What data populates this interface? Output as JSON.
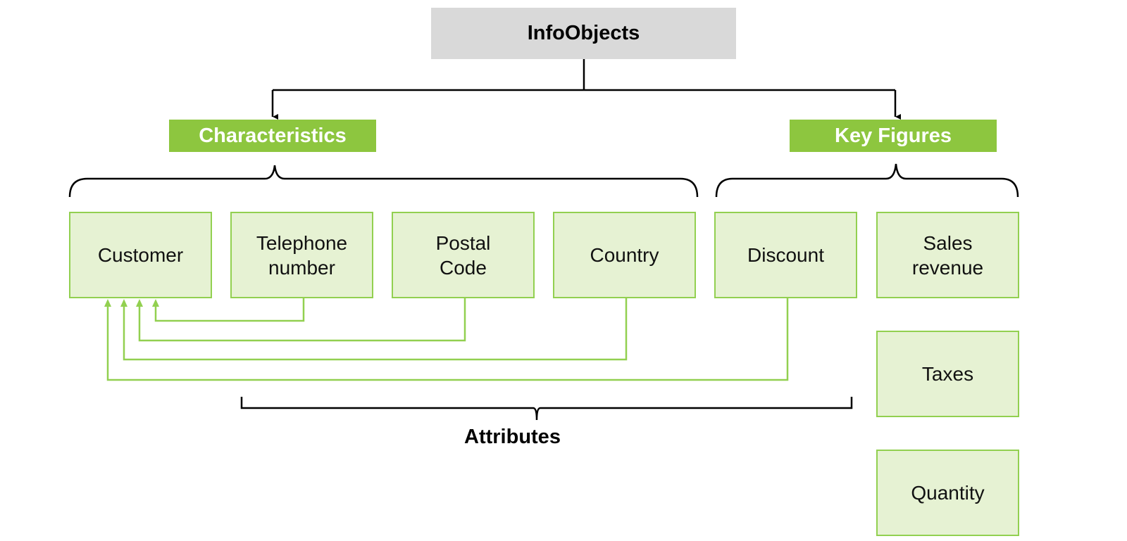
{
  "root": {
    "label": "InfoObjects"
  },
  "categories": {
    "characteristics": "Characteristics",
    "key_figures": "Key Figures"
  },
  "characteristics": [
    {
      "label": "Customer"
    },
    {
      "label": "Telephone\nnumber"
    },
    {
      "label": "Postal\nCode"
    },
    {
      "label": "Country"
    }
  ],
  "key_figures": [
    {
      "label": "Discount"
    },
    {
      "label": "Sales\nrevenue"
    },
    {
      "label": "Taxes"
    },
    {
      "label": "Quantity"
    }
  ],
  "attributes_label": "Attributes",
  "colors": {
    "accent_green": "#8dc63f",
    "box_fill": "#e6f2d3",
    "box_border": "#92d050",
    "root_fill": "#d9d9d9"
  }
}
